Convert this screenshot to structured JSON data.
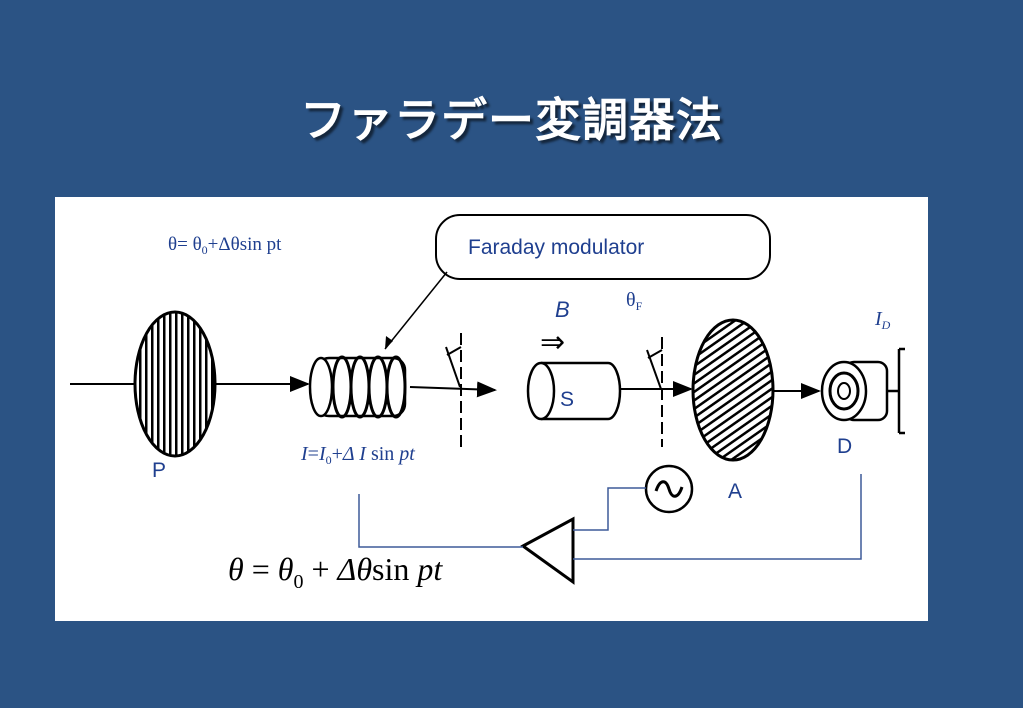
{
  "title": "ファラデー変調器法",
  "colors": {
    "background": "#2b5384",
    "panel": "#ffffff",
    "label_blue": "#1f3f8f",
    "line": "#000000",
    "feedback_line": "#5a78b8"
  },
  "diagram": {
    "formula_top": {
      "theta_eq": "θ= θ",
      "sub0": "0",
      "rest": "+Δθsin pt"
    },
    "callout": "Faraday modulator",
    "labels": {
      "polarizer": "P",
      "sample": "S",
      "analyzer": "A",
      "detector": "D",
      "field": "B",
      "field_arrow": "⇒",
      "theta_f": "θ",
      "theta_f_sub": "F",
      "id_main": "I",
      "id_sub": "D"
    },
    "current_formula": {
      "i1": "I",
      "eq": "=",
      "i0": "I",
      "sub0": "0",
      "plus": "+",
      "delta_i": "Δ I",
      "sin": " sin ",
      "pt": "pt"
    },
    "formula_bottom": {
      "theta": "θ",
      "eq": " = ",
      "theta0": "θ",
      "sub0": "0",
      "plus": " + ",
      "delta_theta": "Δθ",
      "sin": "sin",
      "pt": " pt"
    },
    "source_symbol": "~"
  }
}
